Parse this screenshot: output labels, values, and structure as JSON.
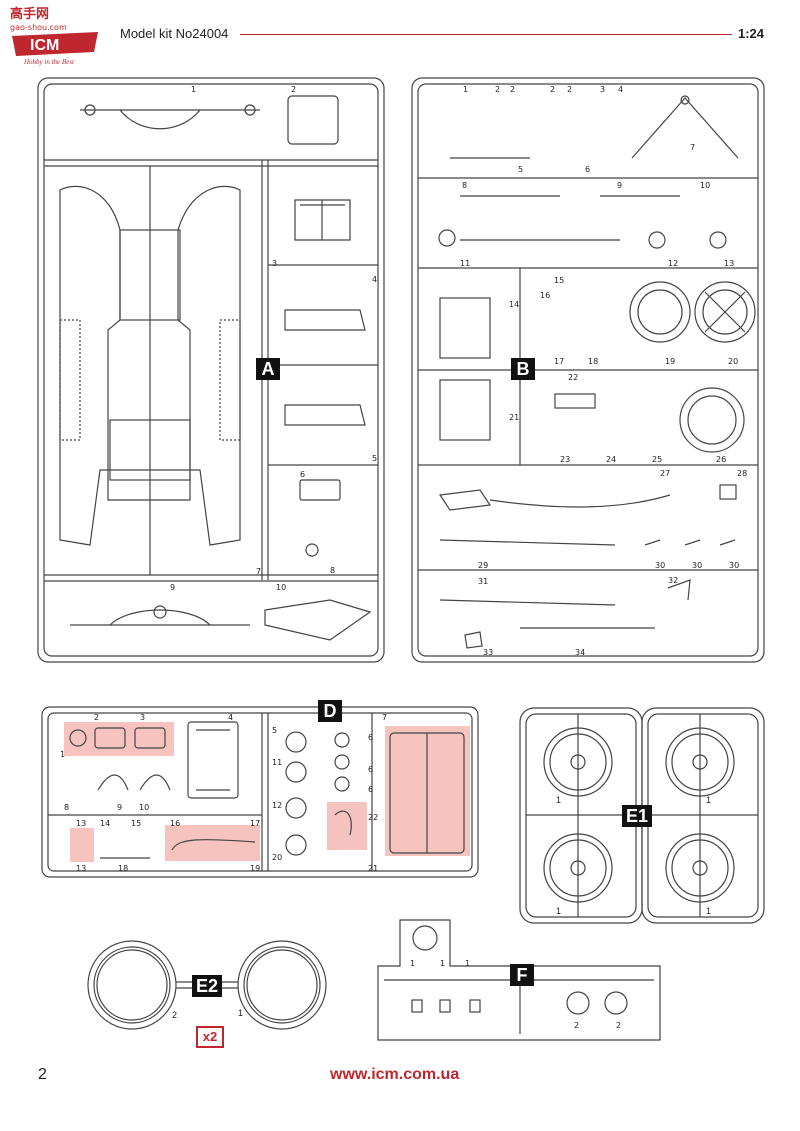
{
  "header": {
    "logo_text": "ICM",
    "logo_top_text": "高手网",
    "logo_url_text": "gao-shou.com",
    "logo_tagline": "Hobby in the Best",
    "title": "Model kit No24004",
    "scale": "1:24"
  },
  "sprues": {
    "A": {
      "letter": "A"
    },
    "B": {
      "letter": "B"
    },
    "D": {
      "letter": "D"
    },
    "E1": {
      "letter": "E1"
    },
    "E2": {
      "letter": "E2"
    },
    "F": {
      "letter": "F"
    }
  },
  "e1_labels": [
    "1",
    "1",
    "1",
    "1"
  ],
  "e2_labels": [
    "2",
    "1"
  ],
  "quantity": "x2",
  "footer": {
    "page_number": "2",
    "url": "www.icm.com.ua"
  },
  "colors": {
    "accent": "#c0262d",
    "highlight": "#f4b8b4",
    "line": "#444444"
  }
}
